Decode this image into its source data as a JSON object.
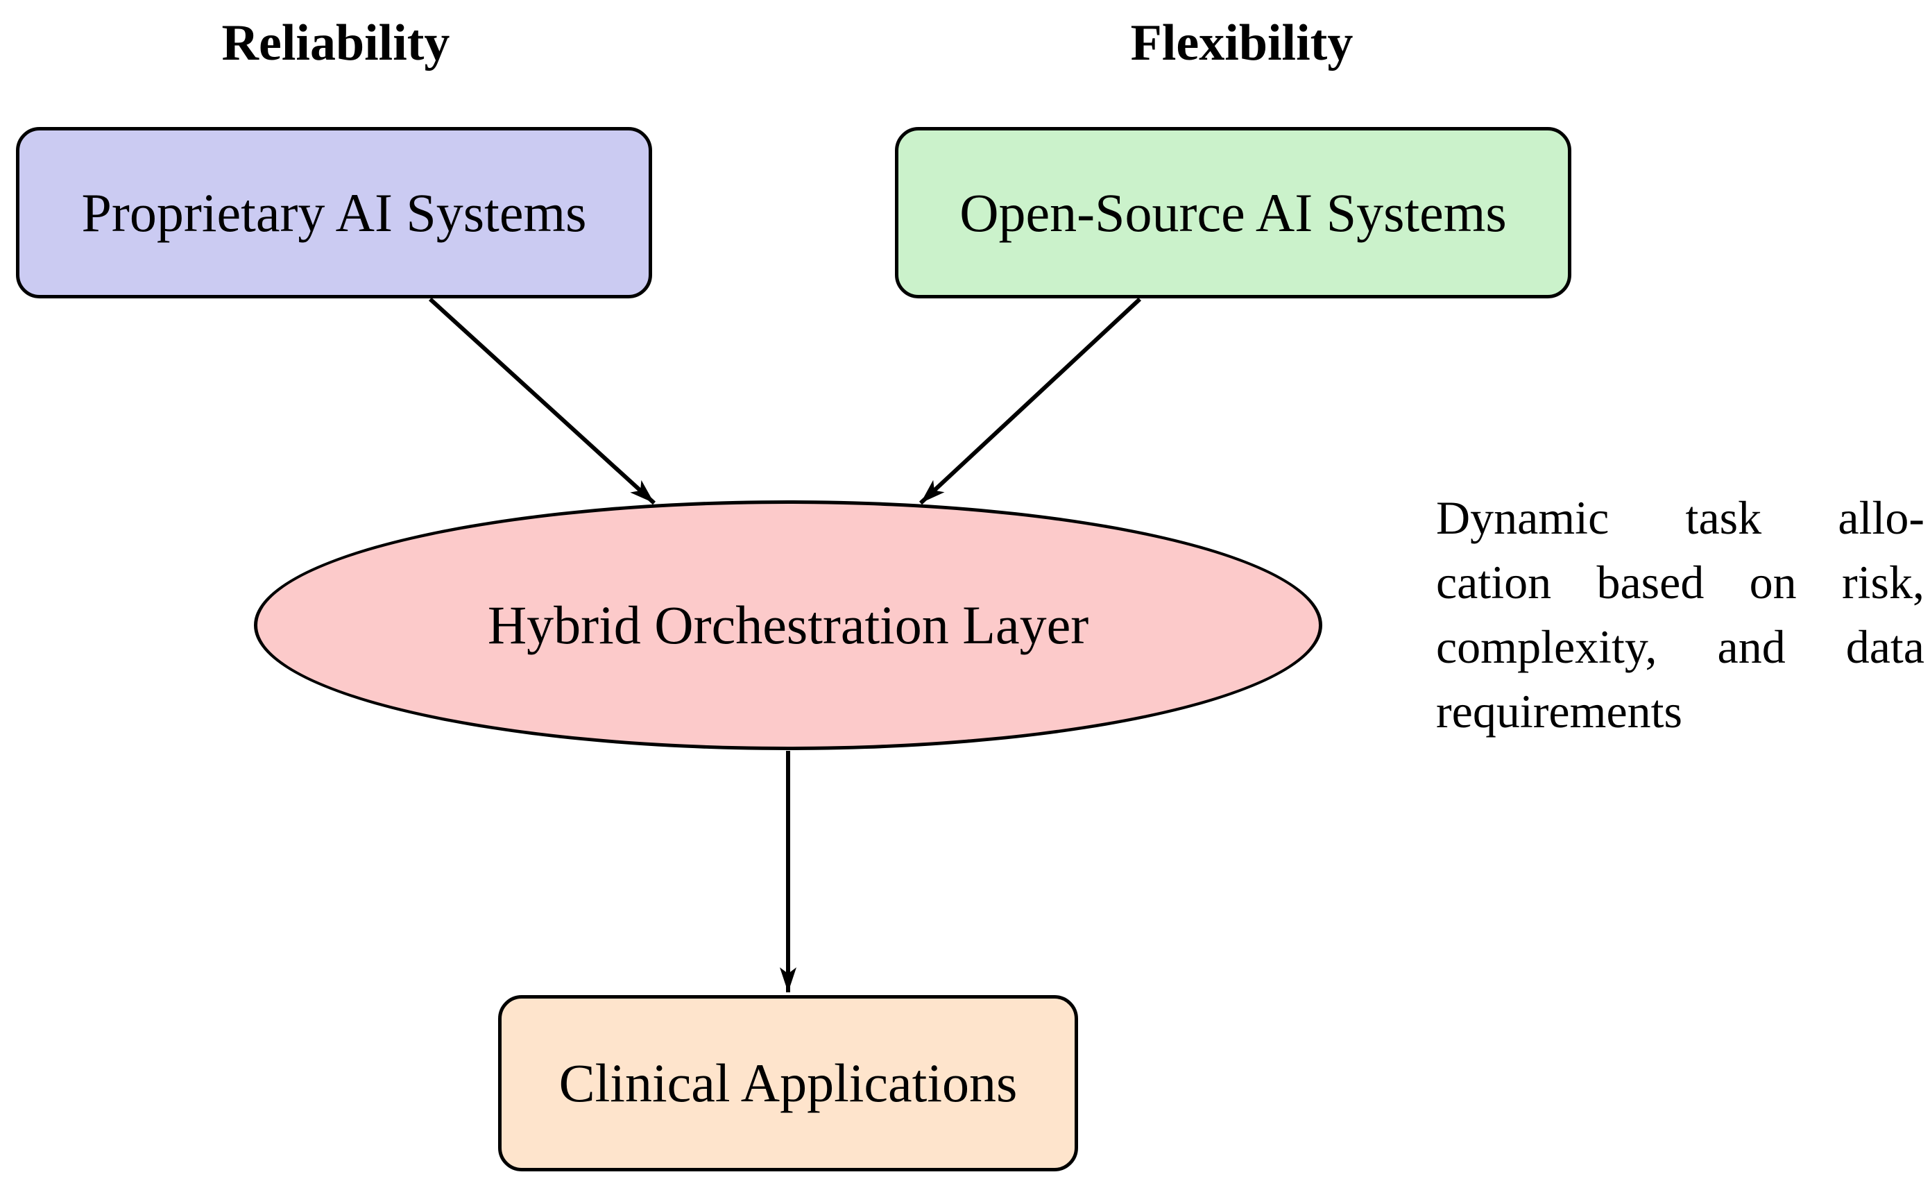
{
  "diagram": {
    "headings": {
      "left": "Reliability",
      "right": "Flexibility"
    },
    "nodes": {
      "proprietary": {
        "label": "Proprietary AI Systems",
        "fill": "#cbcbf2"
      },
      "open_source": {
        "label": "Open-Source AI Systems",
        "fill": "#cbf2cb"
      },
      "orchestration": {
        "label": "Hybrid Orchestration Layer",
        "fill": "#fccaca"
      },
      "clinical": {
        "label": "Clinical Applications",
        "fill": "#fee4cc"
      }
    },
    "annotation": {
      "lines": [
        "Dynamic task allo-",
        "cation based on risk,",
        "complexity, and data",
        "requirements"
      ]
    },
    "colors": {
      "border": "#000000",
      "arrow": "#000000",
      "text": "#000000",
      "background": "#ffffff"
    }
  }
}
